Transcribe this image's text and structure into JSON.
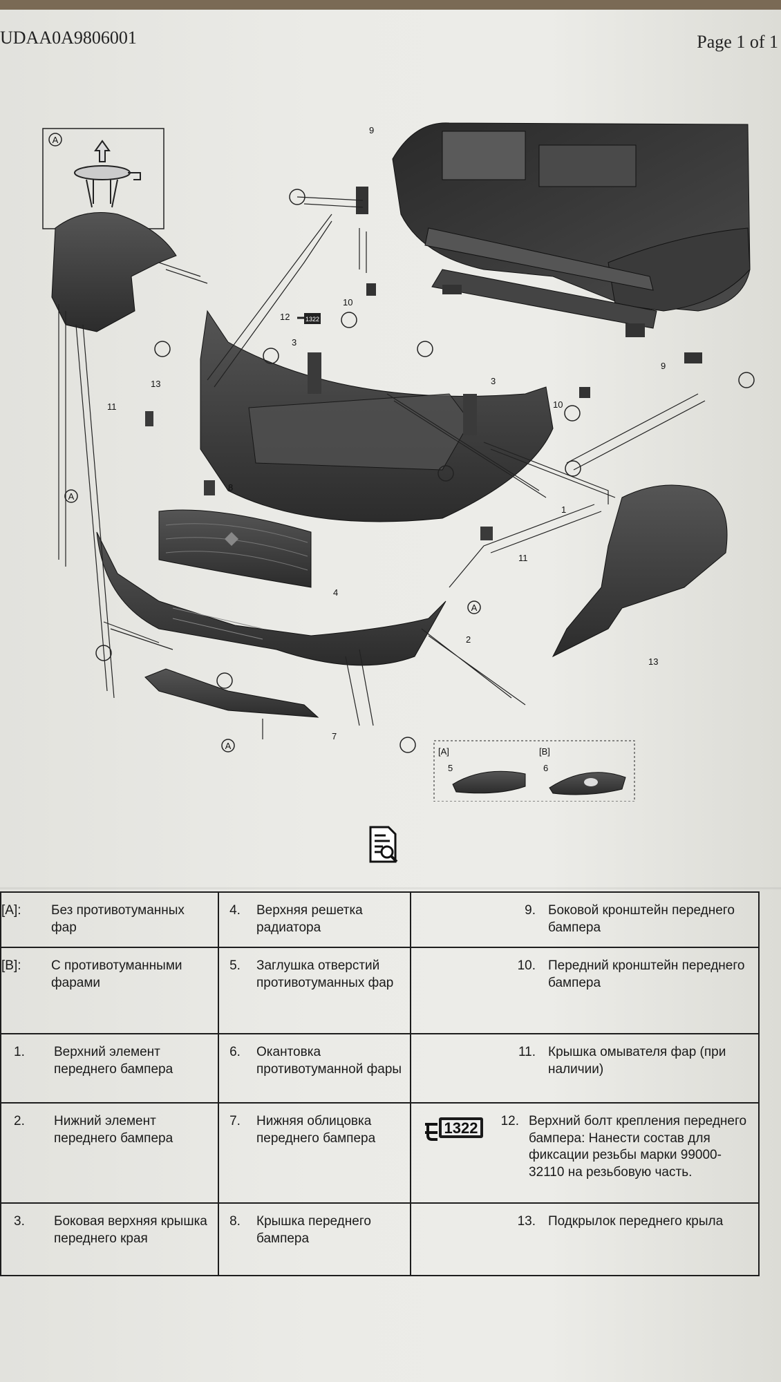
{
  "header": {
    "doc_id": "UDAA0A9806001",
    "page": "Page 1 of 1"
  },
  "diagram": {
    "callouts": {
      "c1": "1",
      "c2": "2",
      "c3a": "3",
      "c3b": "3",
      "c4": "4",
      "c5": "5",
      "c6": "6",
      "c7": "7",
      "c8": "8",
      "c9a": "9",
      "c9b": "9",
      "c10a": "10",
      "c10b": "10",
      "c11a": "11",
      "c11b": "11",
      "c12": "12",
      "c13a": "13",
      "c13b": "13"
    },
    "marker": "A",
    "inset_a": "[A]",
    "inset_b": "[B]",
    "thread_code": "1322"
  },
  "legend": [
    [
      {
        "num": "[A]:",
        "text": "Без противотуманных фар"
      },
      {
        "num": "4.",
        "text": "Верхняя решетка радиатора"
      },
      {
        "num": "9.",
        "text": "Боковой кронштейн переднего бампера"
      }
    ],
    [
      {
        "num": "[B]:",
        "text": "С противотуманными фарами"
      },
      {
        "num": "5.",
        "text": "Заглушка отверстий противотуманных фар"
      },
      {
        "num": "10.",
        "text": "Передний кронштейн переднего бампера"
      }
    ],
    [
      {
        "num": "1.",
        "text": "Верхний элемент переднего бампера"
      },
      {
        "num": "6.",
        "text": "Окантовка противотуманной фары"
      },
      {
        "num": "11.",
        "text": "Крышка омывателя фар (при наличии)"
      }
    ],
    [
      {
        "num": "2.",
        "text": "Нижний элемент переднего бампера"
      },
      {
        "num": "7.",
        "text": "Нижняя облицовка переднего бампера"
      },
      {
        "num": "12.",
        "text": "Верхний болт крепления переднего бампера: Нанести состав для фиксации резьбы марки 99000-32110 на резьбовую часть.",
        "icon": "thread-lock-1322-icon"
      }
    ],
    [
      {
        "num": "3.",
        "text": "Боковая верхняя крышка переднего края"
      },
      {
        "num": "8.",
        "text": "Крышка переднего бампера"
      },
      {
        "num": "13.",
        "text": "Подкрылок переднего крыла"
      }
    ]
  ]
}
